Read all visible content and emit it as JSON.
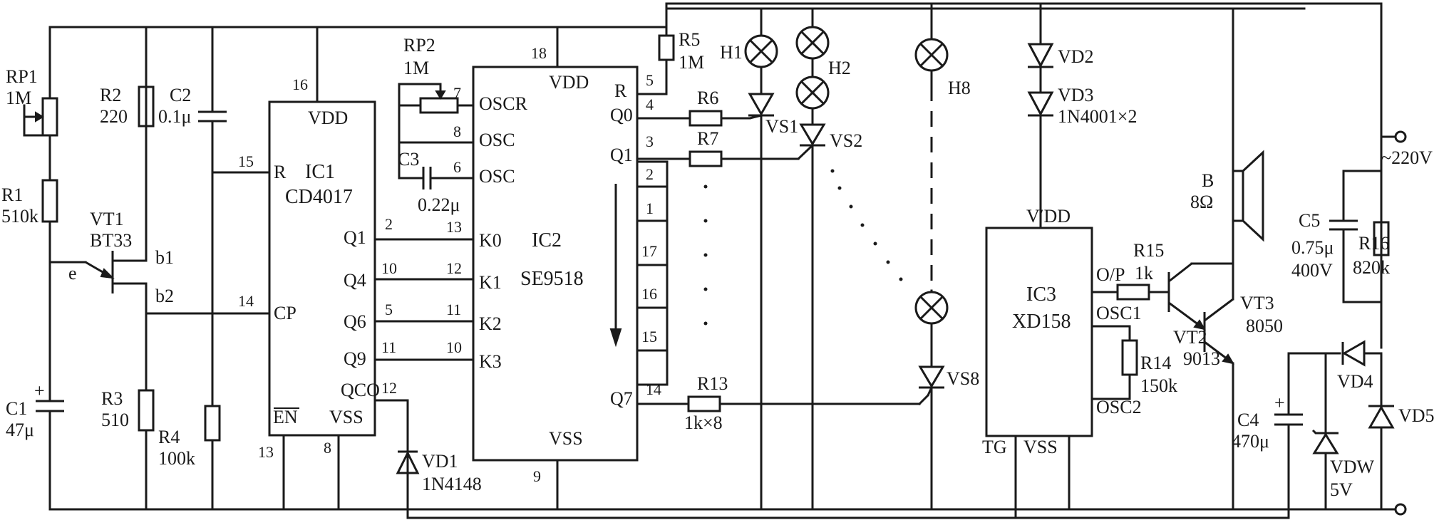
{
  "components": {
    "rp1": {
      "ref": "RP1",
      "value": "1M"
    },
    "r1": {
      "ref": "R1",
      "value": "510k"
    },
    "vt1": {
      "ref": "VT1",
      "value": "BT33",
      "e": "e",
      "b1": "b1",
      "b2": "b2"
    },
    "r2": {
      "ref": "R2",
      "value": "220"
    },
    "c2": {
      "ref": "C2",
      "value": "0.1μ"
    },
    "c1": {
      "ref": "C1",
      "value": "47μ",
      "pol": "+"
    },
    "r3": {
      "ref": "R3",
      "value": "510"
    },
    "r4": {
      "ref": "R4",
      "value": "100k"
    },
    "rp2": {
      "ref": "RP2",
      "value": "1M"
    },
    "c3": {
      "ref": "C3",
      "value": "0.22μ"
    },
    "r5": {
      "ref": "R5",
      "value": "1M"
    },
    "r6": {
      "ref": "R6"
    },
    "r7": {
      "ref": "R7"
    },
    "r13": {
      "ref": "R13",
      "value": "1k×8"
    },
    "h1": {
      "ref": "H1"
    },
    "h2": {
      "ref": "H2"
    },
    "h8": {
      "ref": "H8"
    },
    "vs1": {
      "ref": "VS1"
    },
    "vs2": {
      "ref": "VS2"
    },
    "vs8": {
      "ref": "VS8"
    },
    "vd1": {
      "ref": "VD1",
      "value": "1N4148"
    },
    "vd2": {
      "ref": "VD2"
    },
    "vd3": {
      "ref": "VD3",
      "value": "1N4001×2"
    },
    "r15": {
      "ref": "R15",
      "value": "1k"
    },
    "r14": {
      "ref": "R14",
      "value": "150k"
    },
    "vt2": {
      "ref": "VT2",
      "value": "9013"
    },
    "vt3": {
      "ref": "VT3",
      "value": "8050"
    },
    "speaker": {
      "ref": "B",
      "value": "8Ω"
    },
    "c5": {
      "ref": "C5",
      "value": "0.75μ",
      "voltage": "400V"
    },
    "r16": {
      "ref": "R16",
      "value": "820k"
    },
    "c4": {
      "ref": "C4",
      "value": "470μ",
      "pol": "+"
    },
    "vd4": {
      "ref": "VD4"
    },
    "vd5": {
      "ref": "VD5"
    },
    "vdw": {
      "ref": "VDW",
      "value": "5V"
    },
    "mains": {
      "label": "~220V"
    }
  },
  "ic1": {
    "name": "IC1",
    "part": "CD4017",
    "pins": {
      "vdd": {
        "label": "VDD",
        "num": "16"
      },
      "r": {
        "label": "R",
        "num": "15"
      },
      "cp": {
        "label": "CP",
        "num": "14"
      },
      "en": {
        "label": "EN",
        "num": "13"
      },
      "vss": {
        "label": "VSS",
        "num": "8"
      },
      "q1": {
        "label": "Q1",
        "num": "2"
      },
      "q4": {
        "label": "Q4",
        "num": "10"
      },
      "q6": {
        "label": "Q6",
        "num": "5"
      },
      "q9": {
        "label": "Q9",
        "num": "11"
      },
      "qco": {
        "label": "QCO",
        "num": "12"
      }
    }
  },
  "ic2": {
    "name": "IC2",
    "part": "SE9518",
    "pins": {
      "vdd": {
        "label": "VDD",
        "num": "18"
      },
      "oscr": {
        "label": "OSCR",
        "num": "7"
      },
      "osc8": {
        "label": "OSC",
        "num": "8"
      },
      "osc6": {
        "label": "OSC",
        "num": "6"
      },
      "k0": {
        "label": "K0",
        "num": "13"
      },
      "k1": {
        "label": "K1",
        "num": "12"
      },
      "k2": {
        "label": "K2",
        "num": "11"
      },
      "k3": {
        "label": "K3",
        "num": "10"
      },
      "vss": {
        "label": "VSS",
        "num": "9"
      },
      "r": {
        "label": "R",
        "num": "5"
      },
      "q0": {
        "label": "Q0",
        "num": "4"
      },
      "q1": {
        "label": "Q1",
        "num": "3"
      },
      "q7": {
        "label": "Q7",
        "num": "14"
      }
    },
    "right_pin_nums": [
      "2",
      "1",
      "17",
      "16",
      "15"
    ]
  },
  "ic3": {
    "name": "IC3",
    "part": "XD158",
    "pins": {
      "vdd": "V′DD",
      "op": "O/P",
      "osc1": "OSC1",
      "osc2": "OSC2",
      "tg": "TG",
      "vss": "VSS"
    }
  }
}
